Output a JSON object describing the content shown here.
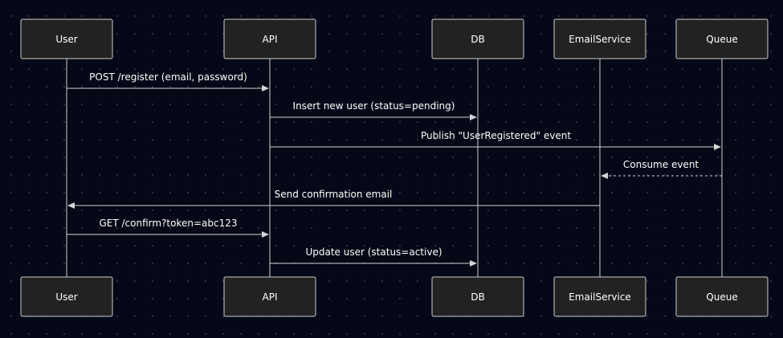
{
  "diagram": {
    "actors": [
      {
        "id": "user",
        "label": "User"
      },
      {
        "id": "api",
        "label": "API"
      },
      {
        "id": "db",
        "label": "DB"
      },
      {
        "id": "email",
        "label": "EmailService"
      },
      {
        "id": "queue",
        "label": "Queue"
      }
    ],
    "messages": [
      {
        "from": "user",
        "to": "api",
        "label": "POST /register (email, password)",
        "style": "solid"
      },
      {
        "from": "api",
        "to": "db",
        "label": "Insert new user (status=pending)",
        "style": "solid"
      },
      {
        "from": "api",
        "to": "queue",
        "label": "Publish \"UserRegistered\" event",
        "style": "solid"
      },
      {
        "from": "queue",
        "to": "email",
        "label": "Consume event",
        "style": "dashed"
      },
      {
        "from": "email",
        "to": "user",
        "label": "Send confirmation email",
        "style": "solid"
      },
      {
        "from": "user",
        "to": "api",
        "label": "GET /confirm?token=abc123",
        "style": "solid"
      },
      {
        "from": "api",
        "to": "db",
        "label": "Update user (status=active)",
        "style": "solid"
      }
    ]
  }
}
